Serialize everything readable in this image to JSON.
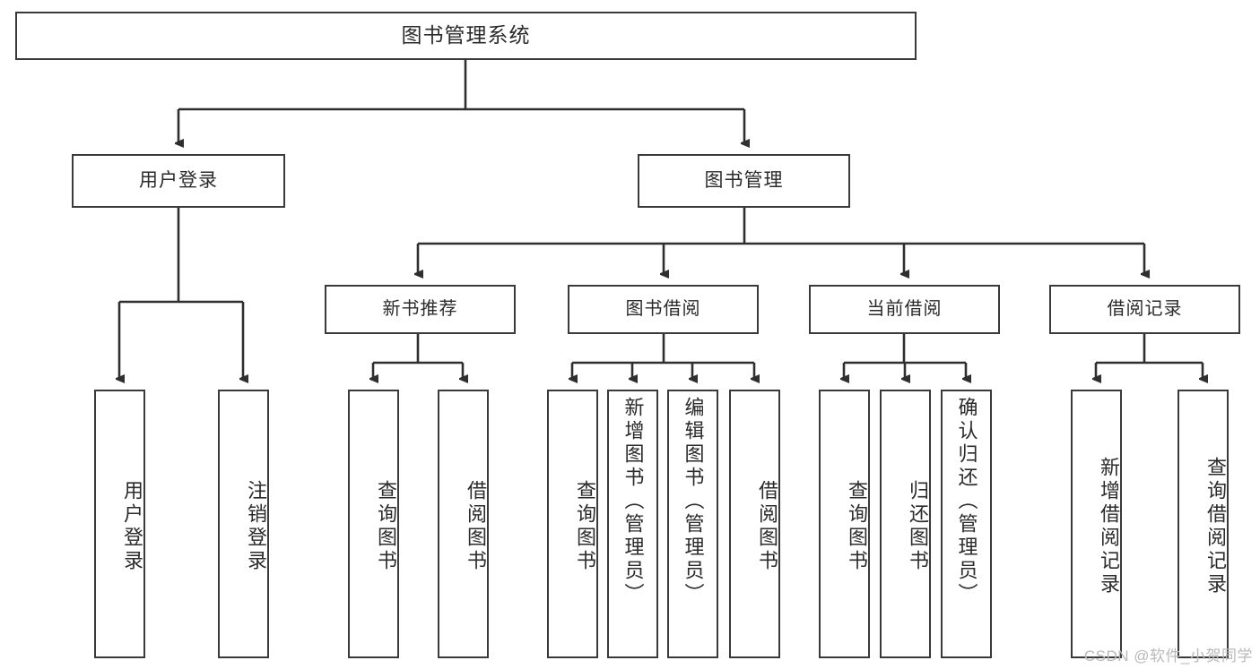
{
  "diagram": {
    "title": "图书管理系统",
    "type": "hierarchy-tree",
    "root": {
      "label": "图书管理系统"
    },
    "level2": [
      {
        "label": "用户登录"
      },
      {
        "label": "图书管理"
      }
    ],
    "level3": [
      {
        "label": "新书推荐"
      },
      {
        "label": "图书借阅"
      },
      {
        "label": "当前借阅"
      },
      {
        "label": "借阅记录"
      }
    ],
    "leaves": {
      "user_login": [
        {
          "label": "用户登录"
        },
        {
          "label": "注销登录"
        }
      ],
      "new_book_recommend": [
        {
          "label": "查询图书"
        },
        {
          "label": "借阅图书"
        }
      ],
      "book_borrow": [
        {
          "label": "查询图书"
        },
        {
          "label": "新增图书（管理员）"
        },
        {
          "label": "编辑图书（管理员）"
        },
        {
          "label": "借阅图书"
        }
      ],
      "current_borrow": [
        {
          "label": "查询图书"
        },
        {
          "label": "归还图书"
        },
        {
          "label": "确认归还（管理员）"
        }
      ],
      "borrow_record": [
        {
          "label": "新增借阅记录"
        },
        {
          "label": "查询借阅记录"
        }
      ]
    }
  },
  "watermark": {
    "text": "CSDN @软件_小贺同学"
  },
  "colors": {
    "border": "#3a3a3a",
    "text": "#2b2b2b",
    "background": "#ffffff",
    "watermark": "#b9b9b9"
  }
}
